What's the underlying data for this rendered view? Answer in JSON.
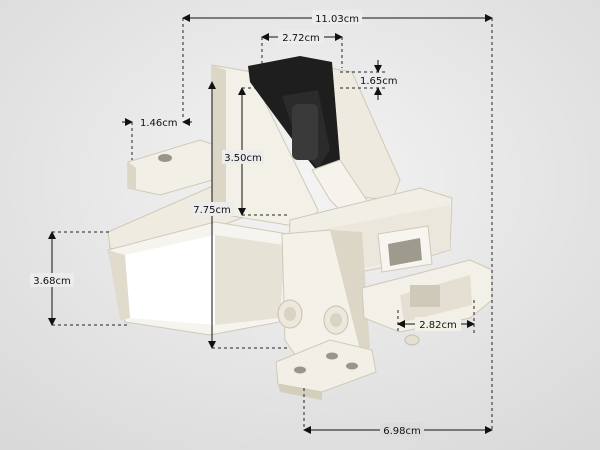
{
  "dimensions": {
    "overall_width": "11.03cm",
    "top_width": "2.72cm",
    "top_height": "1.65cm",
    "left_wing": "1.46cm",
    "inner_height": "3.50cm",
    "total_height": "7.75cm",
    "side_height": "3.68cm",
    "latch_width": "2.82cm",
    "base_width": "6.98cm"
  },
  "colors": {
    "background": "#e9e9e9",
    "part_body": "#f1eee4",
    "part_shadow": "#d6d1c2",
    "part_dark": "#222222",
    "dimension_line": "#111111"
  }
}
